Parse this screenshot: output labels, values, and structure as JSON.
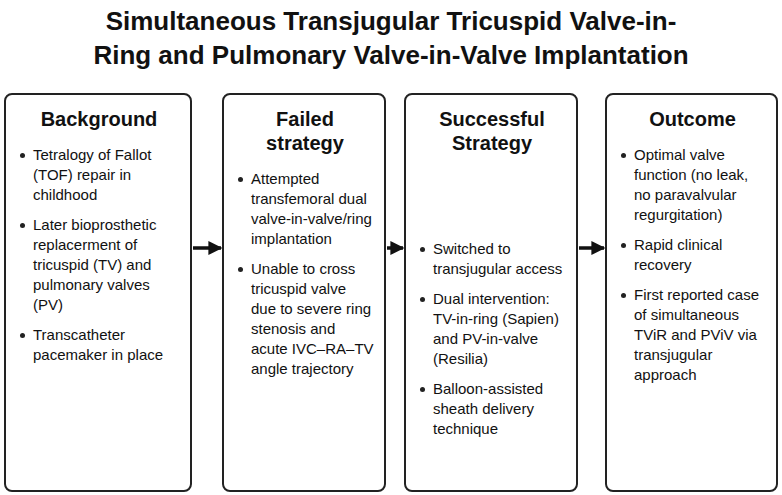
{
  "diagram": {
    "title": "Simultaneous Transjugular Tricuspid Valve-in-Ring and Pulmonary Valve-in-Valve Implantation",
    "nodes": [
      {
        "text": [
          "Background",
          "Tetralogy of Fallot (TOF) repair in childhood",
          "Later bioprosthetic replacerment of tricuspid (TV) and pulmonary valves (PV)",
          "Transcatheter pacemaker in place"
        ]
      },
      {
        "text": [
          "Failed strategy",
          "Attempted transfemoral dual valve-in-valve/ring implantation",
          "Unable to cross tricuspid valve due to severe ring stenosis and acute IVC–RA–TV angle trajectory"
        ]
      },
      {
        "text": [
          "Successful Strategy",
          "Switched to transjugular access",
          "Dual intervention: TV-in-ring (Sapien) and PV-in-valve (Resilia)",
          "Balloon-assisted sheath delivery technique"
        ]
      },
      {
        "text": [
          "Outcome",
          "Optimal valve function (no leak, no paravalvular regurgitation)",
          "Rapid clinical recovery",
          "First reported case of simultaneous TViR and PViV via transjugular approach"
        ]
      }
    ],
    "edges": [
      {
        "from": 0,
        "to": 1,
        "arrow": "to"
      },
      {
        "from": 1,
        "to": 2,
        "arrow": "to"
      },
      {
        "from": 2,
        "to": 3,
        "arrow": "to"
      }
    ]
  }
}
